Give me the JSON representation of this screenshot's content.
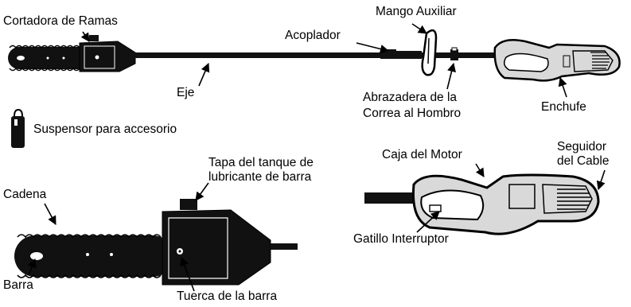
{
  "labels": {
    "cortadora": "Cortadora de Ramas",
    "eje": "Eje",
    "mango_auxiliar": "Mango Auxiliar",
    "acoplador": "Acoplador",
    "abrazadera_line1": "Abrazadera de la",
    "abrazadera_line2": "Correa al Hombro",
    "enchufe": "Enchufe",
    "suspensor": "Suspensor para accesorio",
    "caja_motor": "Caja del Motor",
    "seguidor_line1": "Seguidor",
    "seguidor_line2": "del Cable",
    "tapa_line1": "Tapa del tanque de",
    "tapa_line2": "lubricante de barra",
    "cadena": "Cadena",
    "barra": "Barra",
    "gatillo": "Gatillo Interruptor",
    "tuerca": "Tuerca de la barra"
  },
  "colors": {
    "ink": "#000000",
    "paper": "#ffffff",
    "tool_fill": "#111111",
    "handle_fill": "#d9d9d9"
  }
}
